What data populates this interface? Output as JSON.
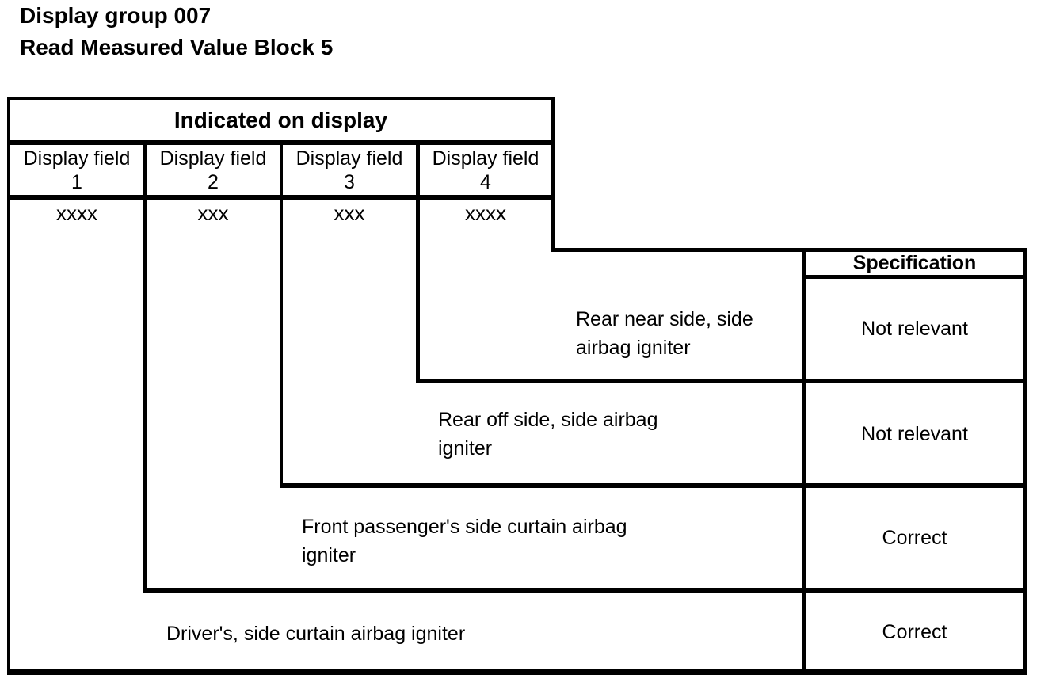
{
  "doc": {
    "title_line1": "Display group 007",
    "title_line2": "Read Measured Value Block 5"
  },
  "table": {
    "header": "Indicated on display",
    "spec_header": "Specification",
    "columns": [
      {
        "label": "Display field",
        "number": "1",
        "value": "xxxx"
      },
      {
        "label": "Display field",
        "number": "2",
        "value": "xxx"
      },
      {
        "label": "Display field",
        "number": "3",
        "value": "xxx"
      },
      {
        "label": "Display field",
        "number": "4",
        "value": "xxxx"
      }
    ],
    "rows": [
      {
        "description": "Rear near side, side airbag igniter",
        "specification": "Not relevant"
      },
      {
        "description": "Rear off side, side airbag igniter",
        "specification": "Not relevant"
      },
      {
        "description": "Front passenger's side curtain airbag igniter",
        "specification": "Correct"
      },
      {
        "description": "Driver's, side curtain airbag igniter",
        "specification": "Correct"
      }
    ]
  },
  "colors": {
    "line": "#000000",
    "background": "#ffffff",
    "text": "#000000"
  }
}
